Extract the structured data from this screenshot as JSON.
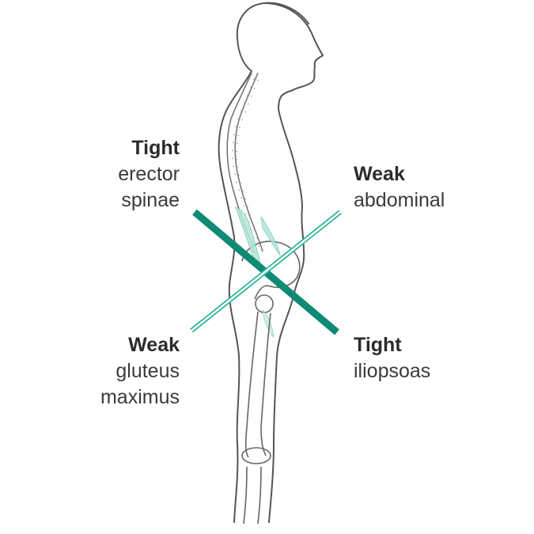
{
  "labels": {
    "erector_spinae": {
      "status": "Tight",
      "line1": "erector",
      "line2": "spinae"
    },
    "abdominal": {
      "status": "Weak",
      "line1": "abdominal"
    },
    "gluteus_maximus": {
      "status": "Weak",
      "line1": "gluteus",
      "line2": "maximus"
    },
    "iliopsoas": {
      "status": "Tight",
      "line1": "iliopsoas"
    }
  },
  "colors": {
    "tight_line": "#0f8a74",
    "weak_line": "#2fb39a",
    "body_outline": "#555555",
    "muscle_fill": "#7fd3c0",
    "text": "#3a3a3a"
  }
}
